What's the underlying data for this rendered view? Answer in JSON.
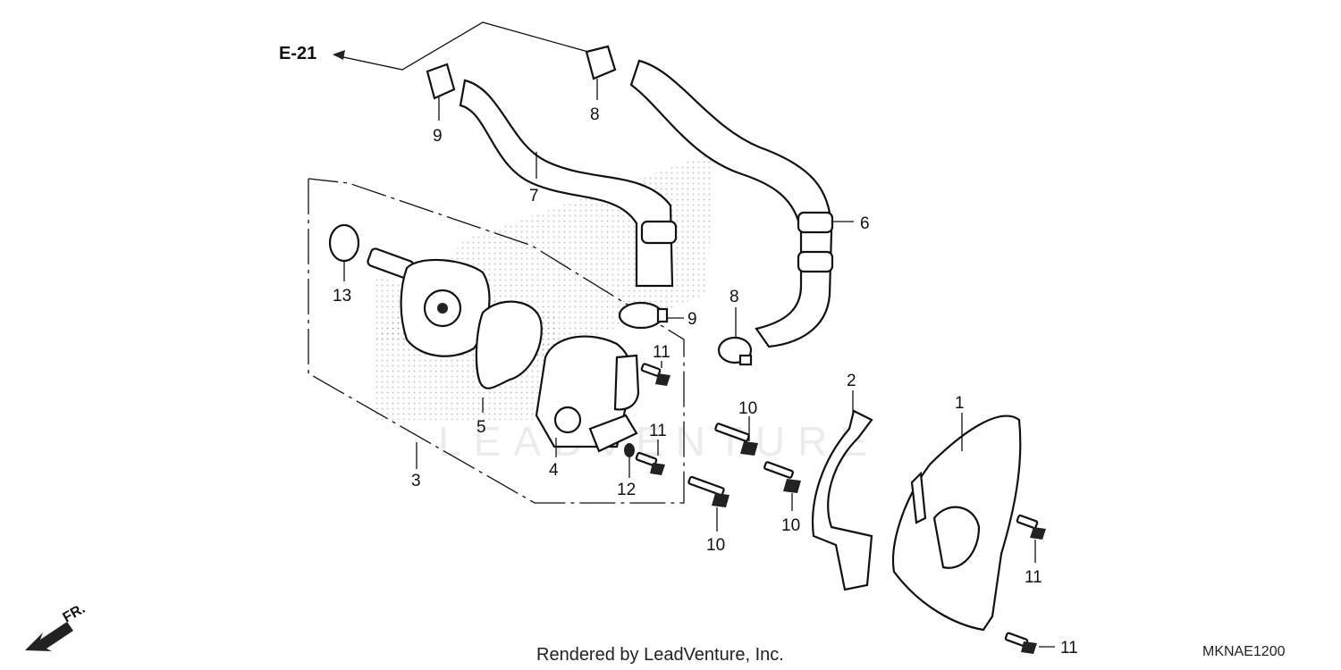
{
  "diagram": {
    "reference_label": "E-21",
    "front_label": "FR.",
    "watermark": "LEADVENTURE",
    "footer_text": "Rendered by LeadVenture, Inc.",
    "diagram_code": "MKNAE1200",
    "callouts": {
      "c1": "1",
      "c2": "2",
      "c3": "3",
      "c4": "4",
      "c5": "5",
      "c6": "6",
      "c7": "7",
      "c8_top": "8",
      "c8_mid": "8",
      "c9_top": "9",
      "c9_mid": "9",
      "c10_a": "10",
      "c10_b": "10",
      "c10_c": "10",
      "c11_a": "11",
      "c11_b": "11",
      "c11_c": "11",
      "c11_d": "11",
      "c12": "12",
      "c13": "13"
    }
  }
}
